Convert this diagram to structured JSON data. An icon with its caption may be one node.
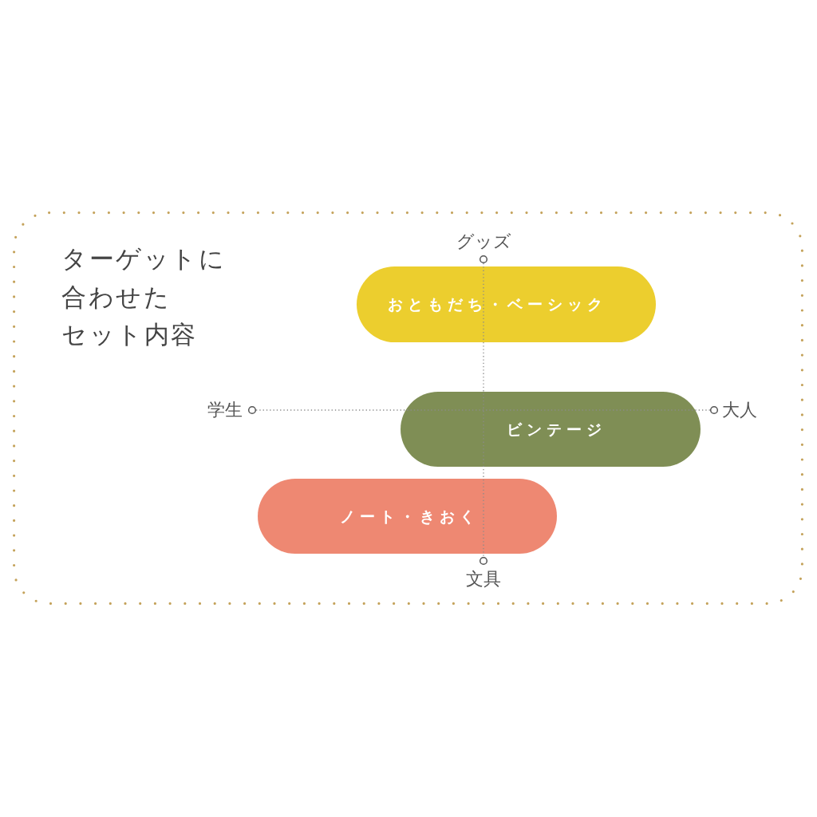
{
  "diagram": {
    "nodes": [
      {
        "text": [
          "ターゲットに合わせたセット内容"
        ]
      },
      {
        "text": [
          "おともだち・ベーシック"
        ],
        "in": 0
      },
      {
        "text": [
          "ビンテージ"
        ],
        "in": 0
      },
      {
        "text": [
          "ノート・きおく"
        ],
        "in": 0
      }
    ],
    "labels": [
      "グッズ",
      "学生",
      "大人",
      "文具"
    ]
  }
}
